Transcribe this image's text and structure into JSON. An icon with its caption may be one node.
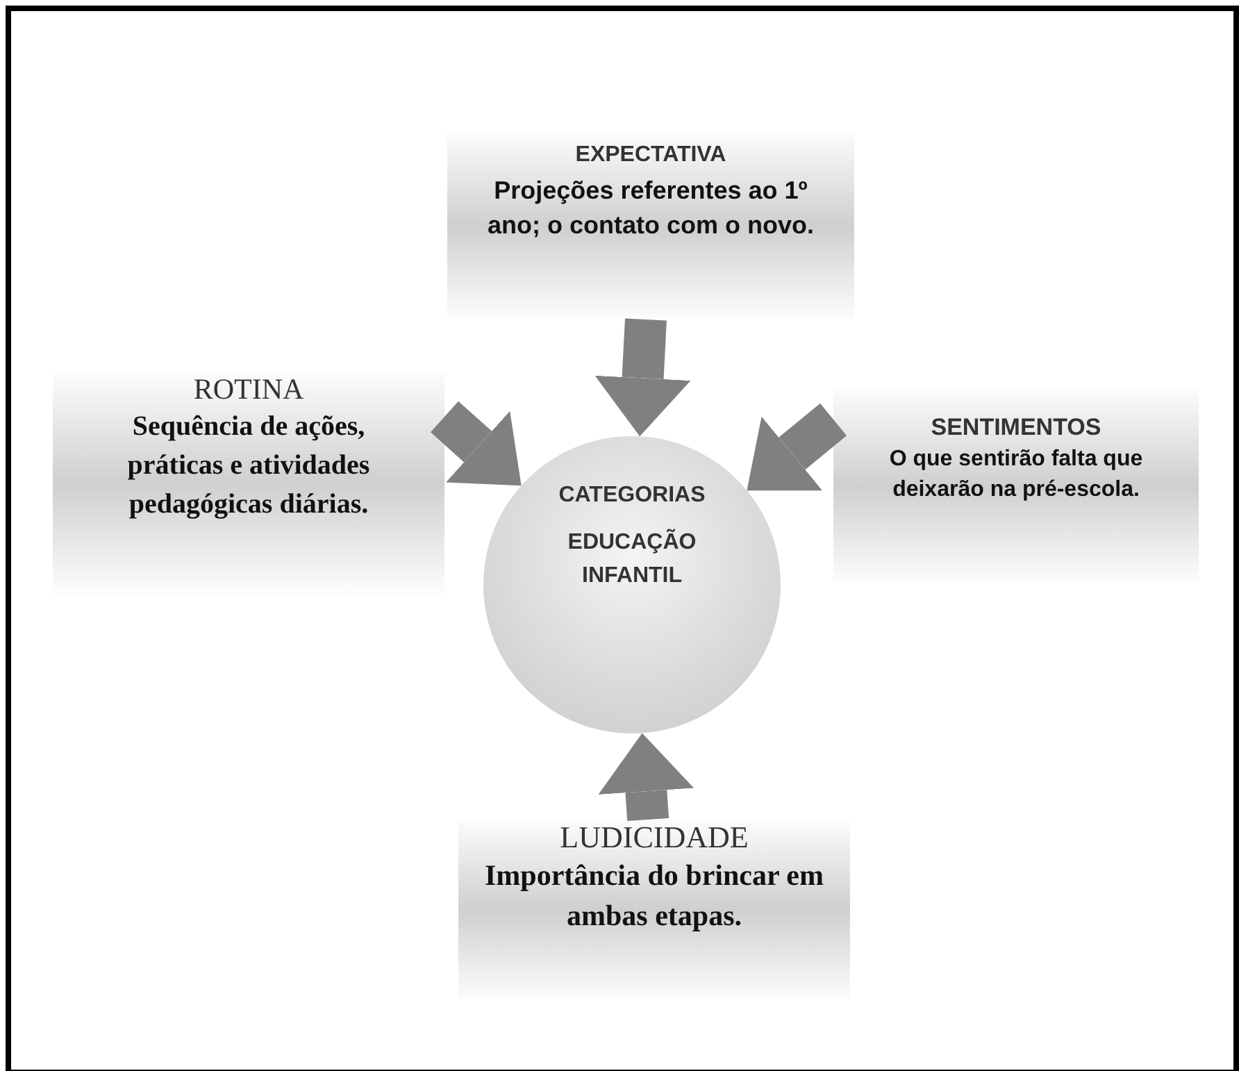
{
  "diagram": {
    "nodes": [
      {
        "text": [
          "EXPECTATIVA",
          "Projeções referentes ao 1º ano; o contato com o novo."
        ]
      },
      {
        "text": [
          "ROTINA",
          "Sequência de ações, práticas e atividades pedagógicas diárias."
        ]
      },
      {
        "text": [
          "SENTIMENTOS",
          "O que sentirão falta que deixarão na pré-escola."
        ]
      },
      {
        "text": [
          "CATEGORIAS",
          "EDUCAÇÃO INFANTIL"
        ]
      },
      {
        "text": [
          "LUDICIDADE",
          "Importância do brincar em ambas etapas."
        ]
      }
    ],
    "edges": [
      {
        "from": 0,
        "to": 3,
        "arrow": "to"
      },
      {
        "from": 1,
        "to": 3,
        "arrow": "to"
      },
      {
        "from": 2,
        "to": 3,
        "arrow": "to"
      },
      {
        "from": 4,
        "to": 3,
        "arrow": "to"
      }
    ]
  }
}
